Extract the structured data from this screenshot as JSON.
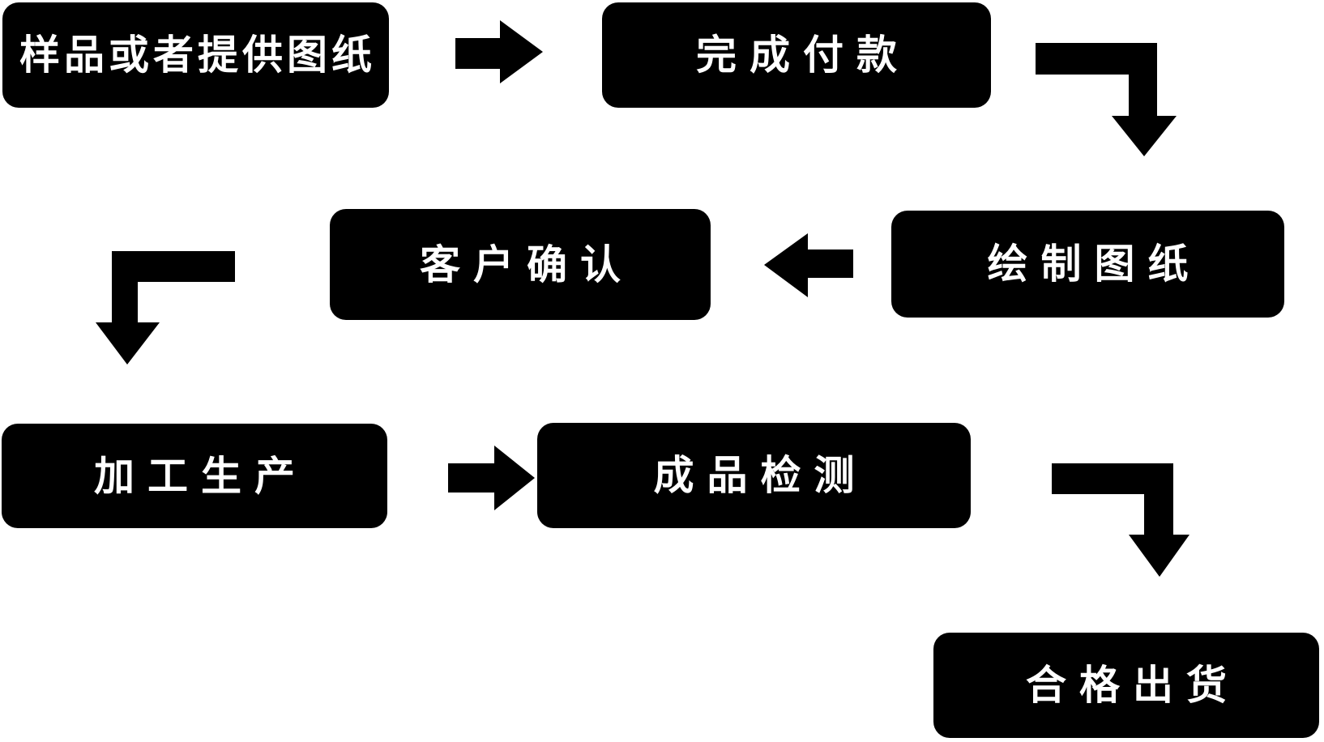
{
  "flowchart": {
    "title": "",
    "nodes": [
      {
        "id": "sample",
        "label": "样品或者提供图纸"
      },
      {
        "id": "payment",
        "label": "完成付款"
      },
      {
        "id": "draw",
        "label": "绘制图纸"
      },
      {
        "id": "confirm",
        "label": "客户确认"
      },
      {
        "id": "production",
        "label": "加工生产"
      },
      {
        "id": "inspection",
        "label": "成品检测"
      },
      {
        "id": "shipment",
        "label": "合格出货"
      }
    ],
    "edges": [
      {
        "from": "sample",
        "to": "payment",
        "arrow": "right"
      },
      {
        "from": "payment",
        "to": "draw",
        "arrow": "elbow-down-right"
      },
      {
        "from": "draw",
        "to": "confirm",
        "arrow": "left"
      },
      {
        "from": "confirm",
        "to": "production",
        "arrow": "elbow-down-left"
      },
      {
        "from": "production",
        "to": "inspection",
        "arrow": "right"
      },
      {
        "from": "inspection",
        "to": "shipment",
        "arrow": "elbow-down-right"
      }
    ],
    "colors": {
      "background": "#ffffff",
      "node_bg": "#000000",
      "node_text": "#ffffff",
      "arrow": "#000000"
    }
  }
}
